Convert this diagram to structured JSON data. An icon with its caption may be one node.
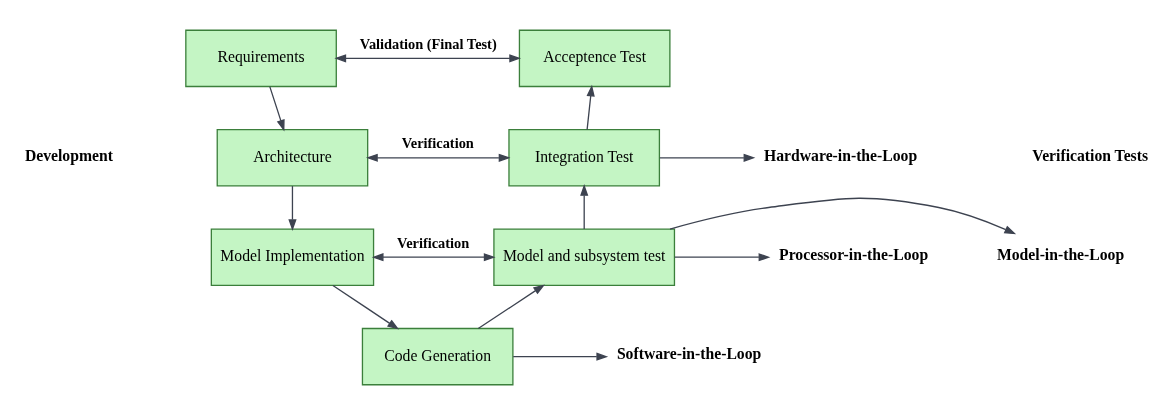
{
  "diagram": {
    "nodes": [
      {
        "text": [
          "Requirements"
        ]
      },
      {
        "text": [
          "Acceptence Test"
        ]
      },
      {
        "text": [
          "Architecture"
        ]
      },
      {
        "text": [
          "Integration Test"
        ]
      },
      {
        "text": [
          "Model Implementation"
        ]
      },
      {
        "text": [
          "Model and subsystem test"
        ]
      },
      {
        "text": [
          "Code Generation"
        ]
      },
      {
        "text": [
          "Hardware-in-the-Loop"
        ]
      },
      {
        "text": [
          "Model-in-the-Loop"
        ]
      },
      {
        "text": [
          "Processor-in-the-Loop"
        ]
      },
      {
        "text": [
          "Software-in-the-Loop"
        ]
      }
    ],
    "edges": [
      {
        "from": 0,
        "to": 1,
        "arrow": "both",
        "label": "Validation (Final Test)"
      },
      {
        "from": 0,
        "to": 2,
        "arrow": "to"
      },
      {
        "from": 2,
        "to": 3,
        "arrow": "both",
        "label": "Verification"
      },
      {
        "from": 2,
        "to": 4,
        "arrow": "to"
      },
      {
        "from": 4,
        "to": 5,
        "arrow": "both",
        "label": "Verification"
      },
      {
        "from": 4,
        "to": 6,
        "arrow": "to"
      },
      {
        "from": 6,
        "to": 5,
        "arrow": "to"
      },
      {
        "from": 5,
        "to": 3,
        "arrow": "to"
      },
      {
        "from": 3,
        "to": 1,
        "arrow": "to"
      },
      {
        "from": 3,
        "to": 7,
        "arrow": "to"
      },
      {
        "from": 5,
        "to": 8,
        "arrow": "to"
      },
      {
        "from": 5,
        "to": 9,
        "arrow": "to"
      },
      {
        "from": 6,
        "to": 10,
        "arrow": "to"
      }
    ],
    "labels": [
      "Development",
      "Verification Tests"
    ]
  }
}
